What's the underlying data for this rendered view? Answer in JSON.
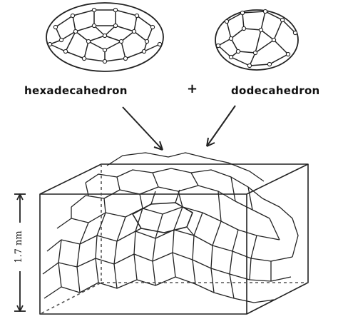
{
  "labels": {
    "left": "hexadecahedron",
    "plus": "+",
    "right": "dodecahedron",
    "scale": "1.7 nm"
  }
}
